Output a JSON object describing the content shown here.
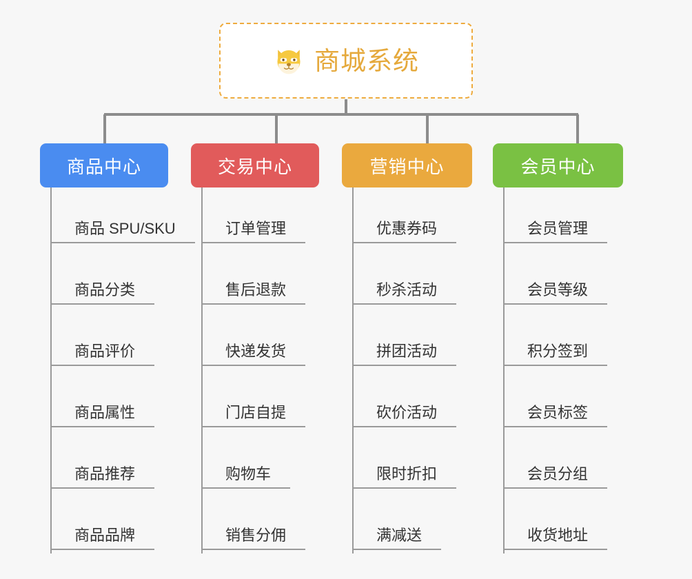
{
  "root": {
    "title": "商城系统",
    "icon": "dog-face-icon",
    "border_color": "#eeab3e",
    "title_color": "#e5a93c",
    "background": "#ffffff"
  },
  "canvas": {
    "background": "#f7f7f7",
    "connector_color": "#8c8c8c"
  },
  "branches": [
    {
      "label": "商品中心",
      "color": "#4a8cf0",
      "children": [
        {
          "label": "商品 SPU/SKU"
        },
        {
          "label": "商品分类"
        },
        {
          "label": "商品评价"
        },
        {
          "label": "商品属性"
        },
        {
          "label": "商品推荐"
        },
        {
          "label": "商品品牌"
        }
      ]
    },
    {
      "label": "交易中心",
      "color": "#e15b5b",
      "children": [
        {
          "label": "订单管理"
        },
        {
          "label": "售后退款"
        },
        {
          "label": "快递发货"
        },
        {
          "label": "门店自提"
        },
        {
          "label": "购物车"
        },
        {
          "label": "销售分佣"
        }
      ]
    },
    {
      "label": "营销中心",
      "color": "#eaa93e",
      "children": [
        {
          "label": "优惠券码"
        },
        {
          "label": "秒杀活动"
        },
        {
          "label": "拼团活动"
        },
        {
          "label": "砍价活动"
        },
        {
          "label": "限时折扣"
        },
        {
          "label": "满减送"
        }
      ]
    },
    {
      "label": "会员中心",
      "color": "#7ac143",
      "children": [
        {
          "label": "会员管理"
        },
        {
          "label": "会员等级"
        },
        {
          "label": "积分签到"
        },
        {
          "label": "会员标签"
        },
        {
          "label": "会员分组"
        },
        {
          "label": "收货地址"
        }
      ]
    }
  ]
}
